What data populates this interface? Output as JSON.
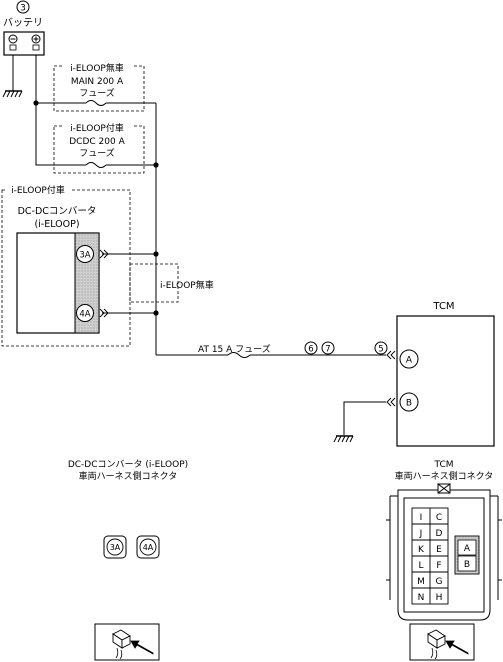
{
  "battery": {
    "ref": "3",
    "label": "バッテリ"
  },
  "fuse_main": {
    "variant": "i-ELOOP無車",
    "name": "MAIN 200 A",
    "type": "フューズ"
  },
  "fuse_dcdc": {
    "variant": "i-ELOOP付車",
    "name": "DCDC 200 A",
    "type": "フューズ"
  },
  "converter": {
    "variant": "i-ELOOP付車",
    "name_line1": "DC-DCコンバータ",
    "name_line2": "(i-ELOOP)",
    "pin_3a": "3A",
    "pin_4a": "4A"
  },
  "bypass_label": "i-ELOOP無車",
  "fuse_at": {
    "name": "AT 15 A フューズ",
    "ref1": "6",
    "ref2": "7"
  },
  "tcm": {
    "title": "TCM",
    "ref": "5",
    "pin_a": "A",
    "pin_b": "B"
  },
  "connector_left": {
    "title_line1": "DC-DCコンバータ (i-ELOOP)",
    "title_line2": "車両ハーネス側コネクタ",
    "pins": [
      "3A",
      "4A"
    ]
  },
  "connector_right": {
    "title_line1": "TCM",
    "title_line2": "車両ハーネス側コネクタ",
    "grid": [
      [
        "I",
        "C"
      ],
      [
        "J",
        "D"
      ],
      [
        "K",
        "E"
      ],
      [
        "L",
        "F"
      ],
      [
        "M",
        "G"
      ],
      [
        "N",
        "H"
      ]
    ],
    "inner": [
      "A",
      "B"
    ]
  }
}
